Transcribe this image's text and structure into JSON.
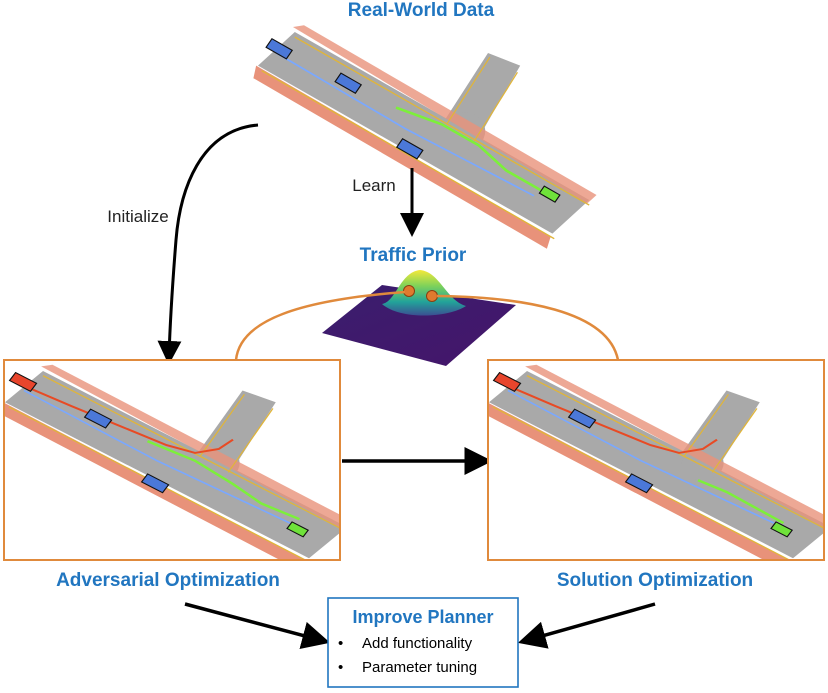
{
  "titles": {
    "real_world": "Real-World Data",
    "traffic_prior": "Traffic Prior",
    "adversarial": "Adversarial Optimization",
    "solution": "Solution Optimization"
  },
  "edge_labels": {
    "learn": "Learn",
    "initialize": "Initialize"
  },
  "planner": {
    "title": "Improve Planner",
    "bullets": [
      "Add functionality",
      "Parameter tuning"
    ],
    "bullet_glyph": "•"
  },
  "colors": {
    "title_blue": "#2176c0",
    "frame_orange": "#e08a3c",
    "road_gray": "#a9a9a9",
    "curb_salmon": "#e8927a",
    "lane_yellow": "#e0b53a",
    "vehicle_blue": "#4b78d8",
    "vehicle_green": "#6fe23a",
    "vehicle_red": "#e8452c",
    "traj_green": "#7cf03a",
    "traj_blue": "#7aa8ff",
    "traj_red": "#e84a24"
  }
}
